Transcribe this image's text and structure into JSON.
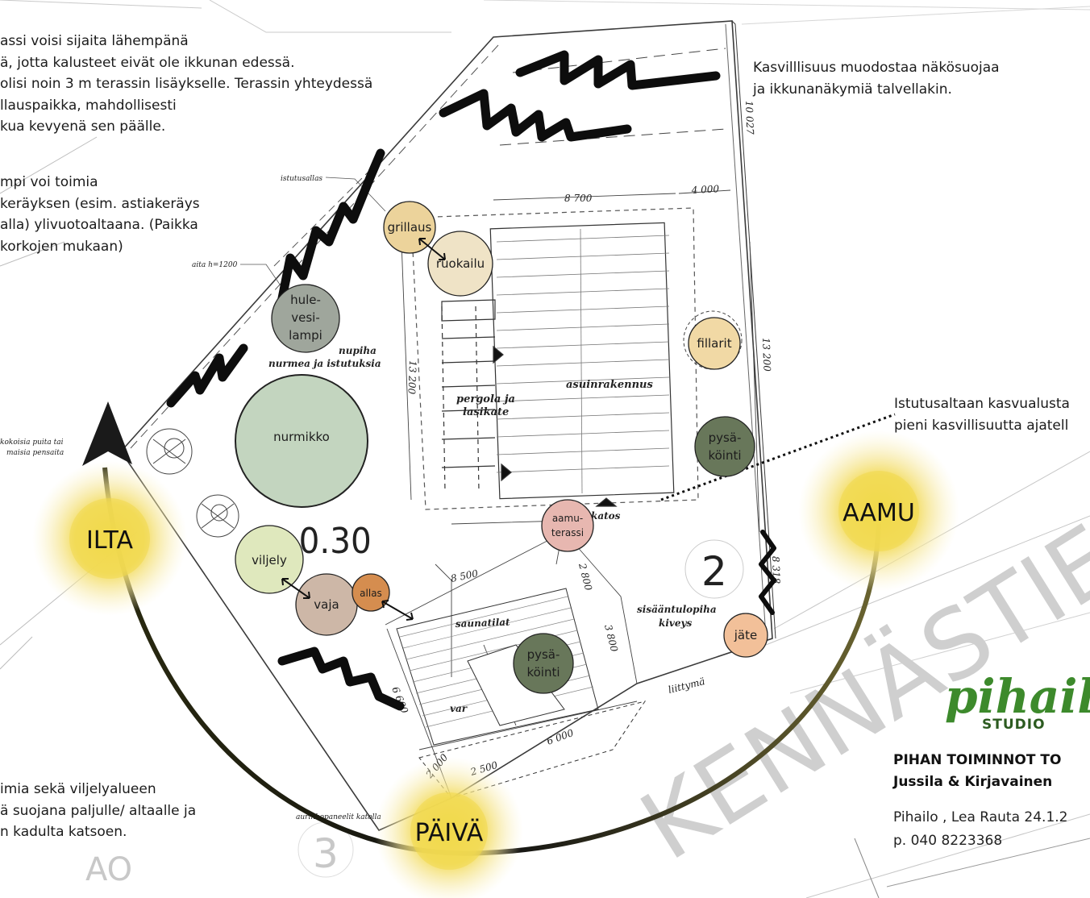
{
  "notes": {
    "terrace": [
      "assi voisi sijaita lähempänä",
      "ä, jotta kalusteet eivät ole ikkunan edessä.",
      "olisi noin 3 m terassin lisäykselle. Terassin yhteydessä",
      "llauspaikka, mahdollisesti",
      "kua kevyenä sen päälle."
    ],
    "pond": [
      "mpi voi toimia",
      "keräyksen (esim. astiakeräys",
      "alla) ylivuotoaltaana. (Paikka",
      "korkojen mukaan)"
    ],
    "bottom": [
      "imia sekä viljelyalueen",
      "ä suojana paljulle/ altaalle ja",
      "n kadulta katsoen."
    ],
    "vegetation": [
      "Kasvilllisuus muodostaa näkösuojaa",
      "ja ikkunanäkymiä talvellakin."
    ],
    "planter": [
      "Istutusaltaan kasvualusta",
      "pieni kasvillisuutta ajatell"
    ]
  },
  "plan_labels": {
    "istutusallas": "istutusallas",
    "aita": "aita h=1200",
    "nurmea_1": "nupiha",
    "nurmea_2": "nurmea ja istutuksia",
    "puita_1": "kokoisia puita tai",
    "puita_2": "maisia pensaita",
    "pergola_1": "pergola ja",
    "pergola_2": "lasikate",
    "asuinrakennus": "asuinrakennus",
    "katos": "katos",
    "saunatilat": "saunatilat",
    "var": "var",
    "sisaantulo_1": "sisääntulopiha",
    "sisaantulo_2": "kiveys",
    "liittyma": "liittymä",
    "aurinko": "aurinkopaneelit katolla"
  },
  "dimensions": [
    "10 027",
    "8 700",
    "4 000",
    "13 200",
    "13 200",
    "8 318",
    "8 500",
    "2 800",
    "3 800",
    "6 600",
    "6 000",
    "2 000",
    "2 500"
  ],
  "map_marks": {
    "efficiency": "=0.30",
    "lot_2": "2",
    "lot_3": "3",
    "ao": "AO",
    "road": "KENNÄSTIE"
  },
  "functions": {
    "grillaus": "grillaus",
    "ruokailu": "ruokailu",
    "hulevesi": [
      "hule-",
      "vesi-",
      "lampi"
    ],
    "nurmikko": "nurmikko",
    "fillarit": "fillarit",
    "pysakointi_1": [
      "pysä-",
      "köinti"
    ],
    "aamuterassi": [
      "aamu-",
      "terassi"
    ],
    "viljely": "viljely",
    "vaja": "vaja",
    "allas": "allas",
    "pysakointi_2": [
      "pysä-",
      "köinti"
    ],
    "jate": "jäte"
  },
  "sun": {
    "ilta": "ILTA",
    "paiva": "PÄIVÄ",
    "aamu": "AAMU"
  },
  "brand": {
    "logo": "pihailo",
    "logo_sub": "STUDIO",
    "title_1": "PIHAN TOIMINNOT TO",
    "title_2": "Jussila & Kirjavainen",
    "author": "Pihailo , Lea Rauta 24.1.2",
    "phone": "p. 040 8223368"
  },
  "colors": {
    "sun": "#f3dc5e",
    "sun_core": "#f1d94a",
    "grillaus": "#ecd39b",
    "ruokailu": "#efe3c6",
    "hulevesi": "#9fa69c",
    "nurmikko": "#c3d5bf",
    "fillarit": "#f1d9a5",
    "pysakointi": "#68775a",
    "aamuterassi": "#e7b7b0",
    "viljely": "#dfe8bd",
    "vaja": "#cdb7a7",
    "allas": "#d58d4f",
    "jate": "#f2c099",
    "logo_green": "#3d8a2c"
  }
}
